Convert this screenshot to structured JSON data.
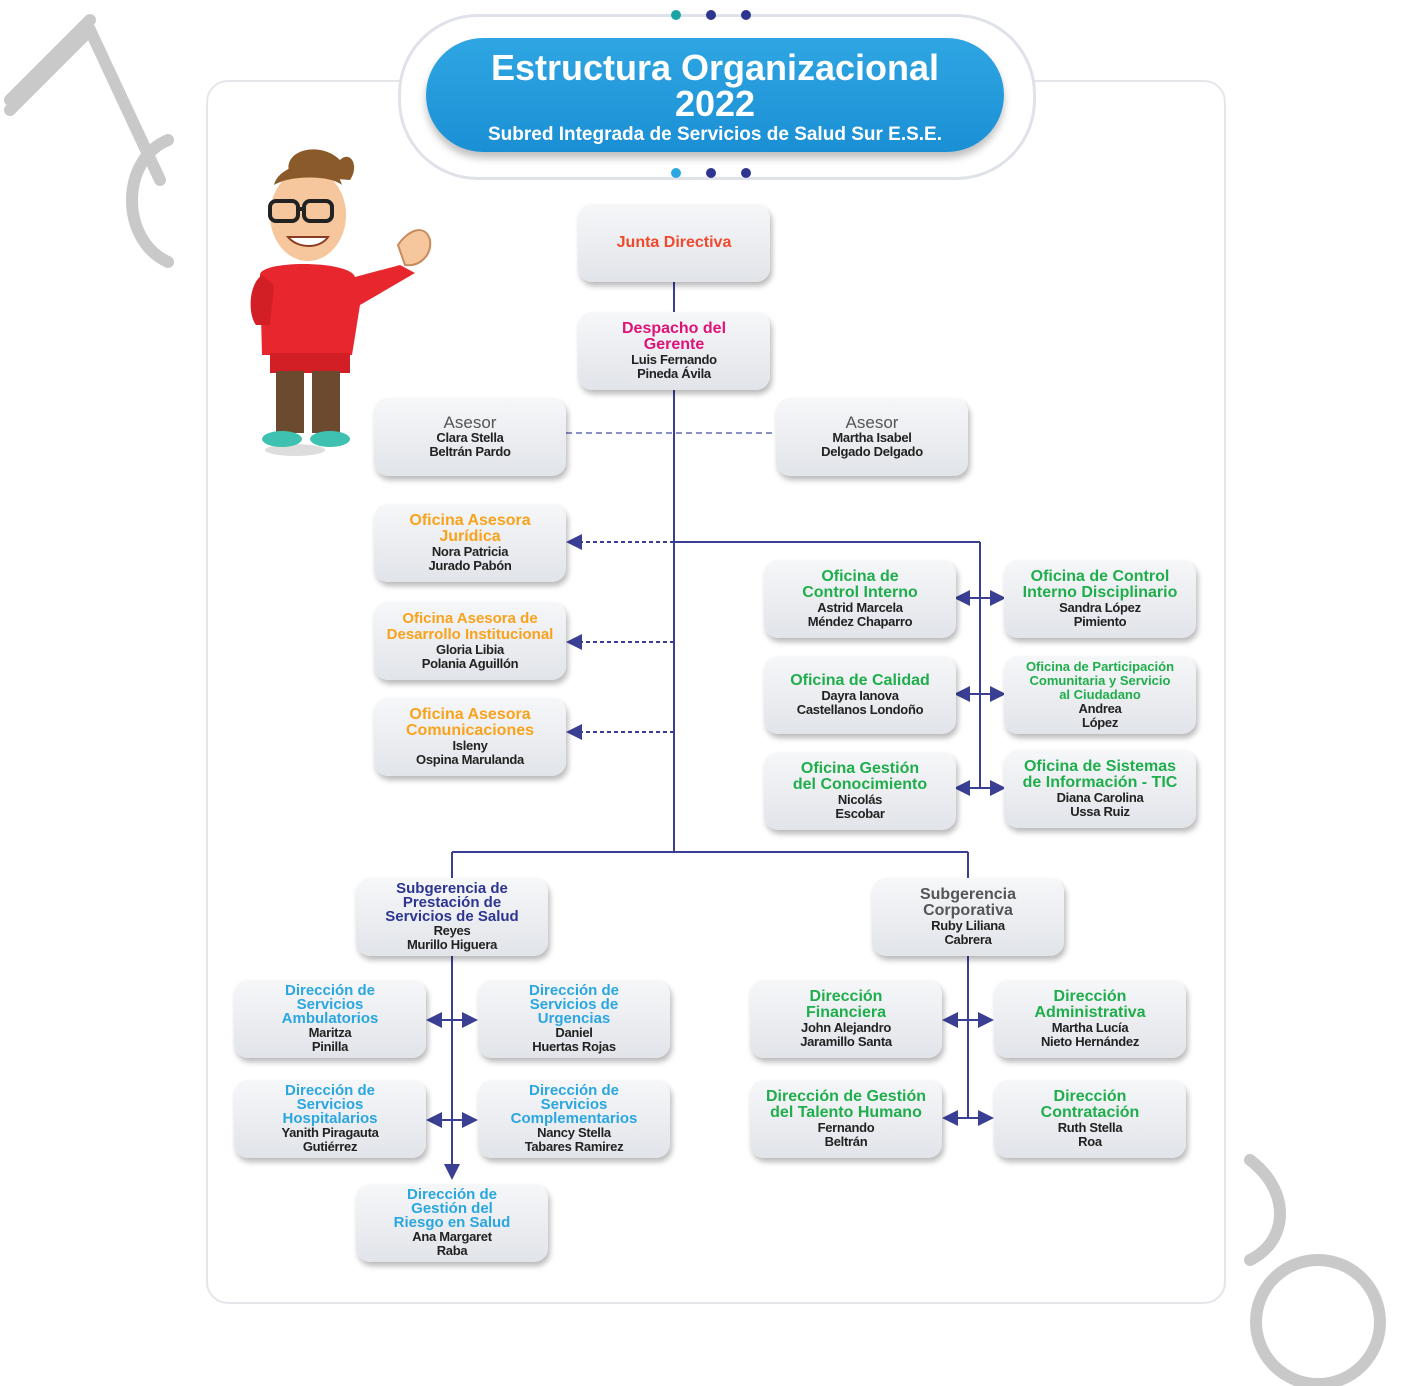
{
  "header": {
    "title_line1": "Estructura Organizacional",
    "title_line2": "2022",
    "subtitle": "Subred Integrada de Servicios de Salud Sur E.S.E."
  },
  "colors": {
    "header_blue": "#1b8fd4",
    "orange": "#f9a21b",
    "green": "#1fae4b",
    "light_blue": "#2aa6e0",
    "navy": "#2d3590",
    "magenta": "#e0127a",
    "line": "#3a3f94"
  },
  "icons": [
    "waving-mascot-icon",
    "watermark-letters-icon"
  ],
  "org": {
    "junta": {
      "title": "Junta Directiva"
    },
    "despacho": {
      "title1": "Despacho del",
      "title2": "Gerente",
      "name1": "Luis Fernando",
      "name2": "Pineda Ávila"
    },
    "asesor_left": {
      "title": "Asesor",
      "name1": "Clara Stella",
      "name2": "Beltrán Pardo"
    },
    "asesor_right": {
      "title": "Asesor",
      "name1": "Martha Isabel",
      "name2": "Delgado Delgado"
    },
    "juridica": {
      "title1": "Oficina Asesora",
      "title2": "Jurídica",
      "name1": "Nora Patricia",
      "name2": "Jurado Pabón"
    },
    "desarrollo": {
      "title1": "Oficina Asesora de",
      "title2": "Desarrollo Institucional",
      "name1": "Gloria Libia",
      "name2": "Polania Aguillón"
    },
    "comunicaciones": {
      "title1": "Oficina Asesora",
      "title2": "Comunicaciones",
      "name1": "Isleny",
      "name2": "Ospina Marulanda"
    },
    "control_interno": {
      "title1": "Oficina de",
      "title2": "Control Interno",
      "name1": "Astrid Marcela",
      "name2": "Méndez Chaparro"
    },
    "control_disciplinario": {
      "title1": "Oficina de Control",
      "title2": "Interno Disciplinario",
      "name1": "Sandra López",
      "name2": "Pimiento"
    },
    "calidad": {
      "title1": "Oficina de Calidad",
      "name1": "Dayra Ianova",
      "name2": "Castellanos Londoño"
    },
    "participacion": {
      "title1": "Oficina de Participación",
      "title2": "Comunitaria y Servicio",
      "title3": "al Ciudadano",
      "name1": "Andrea",
      "name2": "López"
    },
    "conocimiento": {
      "title1": "Oficina Gestión",
      "title2": "del Conocimiento",
      "name1": "Nicolás",
      "name2": "Escobar"
    },
    "sistemas": {
      "title1": "Oficina de Sistemas",
      "title2": "de Información - TIC",
      "name1": "Diana Carolina",
      "name2": "Ussa Ruiz"
    },
    "sub_prestacion": {
      "title1": "Subgerencia de",
      "title2": "Prestación de",
      "title3": "Servicios de Salud",
      "name1": "Reyes",
      "name2": "Murillo Higuera"
    },
    "sub_corporativa": {
      "title1": "Subgerencia",
      "title2": "Corporativa",
      "name1": "Ruby Liliana",
      "name2": "Cabrera"
    },
    "ambulatorios": {
      "title1": "Dirección de",
      "title2": "Servicios",
      "title3": "Ambulatorios",
      "name1": "Maritza",
      "name2": "Pinilla"
    },
    "urgencias": {
      "title1": "Dirección de",
      "title2": "Servicios de",
      "title3": "Urgencias",
      "name1": "Daniel",
      "name2": "Huertas Rojas"
    },
    "hospitalarios": {
      "title1": "Dirección de",
      "title2": "Servicios",
      "title3": "Hospitalarios",
      "name1": "Yanith Piragauta",
      "name2": "Gutiérrez"
    },
    "complementarios": {
      "title1": "Dirección de",
      "title2": "Servicios",
      "title3": "Complementarios",
      "name1": "Nancy Stella",
      "name2": "Tabares Ramirez"
    },
    "riesgo": {
      "title1": "Dirección de",
      "title2": "Gestión del",
      "title3": "Riesgo en Salud",
      "name1": "Ana Margaret",
      "name2": "Raba"
    },
    "financiera": {
      "title1": "Dirección",
      "title2": "Financiera",
      "name1": "John Alejandro",
      "name2": "Jaramillo Santa"
    },
    "administrativa": {
      "title1": "Dirección",
      "title2": "Administrativa",
      "name1": "Martha Lucía",
      "name2": "Nieto Hernández"
    },
    "talento": {
      "title1": "Dirección de Gestión",
      "title2": "del Talento Humano",
      "name1": "Fernando",
      "name2": "Beltrán"
    },
    "contratacion": {
      "title1": "Dirección",
      "title2": "Contratación",
      "name1": "Ruth Stella",
      "name2": "Roa"
    }
  }
}
